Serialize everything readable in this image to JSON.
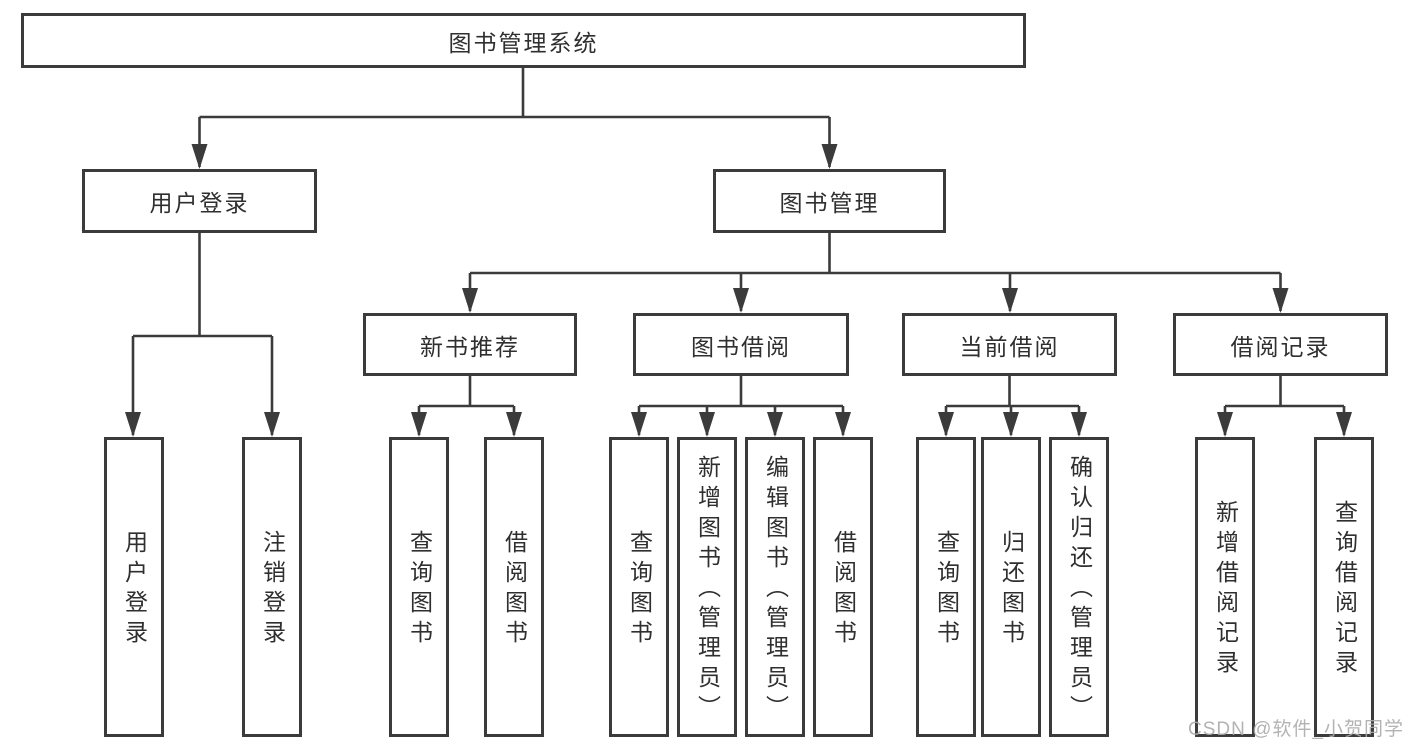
{
  "diagram": {
    "root": {
      "label": "图书管理系统"
    },
    "level2": [
      {
        "label": "用户登录"
      },
      {
        "label": "图书管理"
      }
    ],
    "level3": [
      {
        "label": "新书推荐"
      },
      {
        "label": "图书借阅"
      },
      {
        "label": "当前借阅"
      },
      {
        "label": "借阅记录"
      }
    ],
    "leaves": [
      {
        "label": "用户登录"
      },
      {
        "label": "注销登录"
      },
      {
        "label": "查询图书"
      },
      {
        "label": "借阅图书"
      },
      {
        "label": "查询图书"
      },
      {
        "label": "新增图书（管理员）"
      },
      {
        "label": "编辑图书（管理员）"
      },
      {
        "label": "借阅图书"
      },
      {
        "label": "查询图书"
      },
      {
        "label": "归还图书"
      },
      {
        "label": "确认归还（管理员）"
      },
      {
        "label": "新增借阅记录"
      },
      {
        "label": "查询借阅记录"
      }
    ]
  },
  "watermark": {
    "text": "CSDN @软件_小贺同学"
  },
  "colors": {
    "line": "#3b3b3b",
    "text": "#2f2f2f",
    "watermark": "#ababab",
    "background": "#ffffff"
  }
}
